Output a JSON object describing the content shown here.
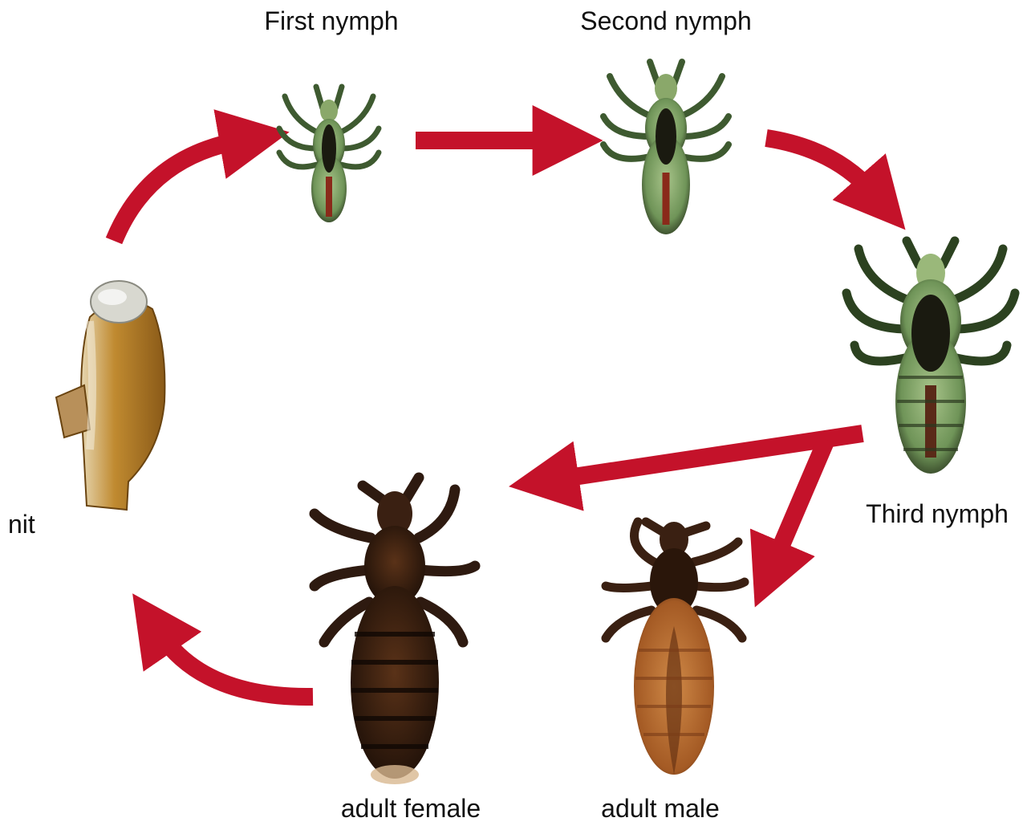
{
  "stages": {
    "first_nymph": "First nymph",
    "second_nymph": "Second nymph",
    "third_nymph": "Third nymph",
    "nit": "nit",
    "adult_female": "adult female",
    "adult_male": "adult male"
  },
  "colors": {
    "arrow": "#c4122a",
    "nymph_body": "#8aa86a",
    "nymph_dark": "#1a1a10",
    "nymph_red": "#8a2a1a",
    "adult_dark": "#2e1a10",
    "adult_brown": "#6a3a1c",
    "male_belly": "#b76a30",
    "nit_shell": "#b07a26",
    "nit_cap": "#d8d8d0"
  }
}
